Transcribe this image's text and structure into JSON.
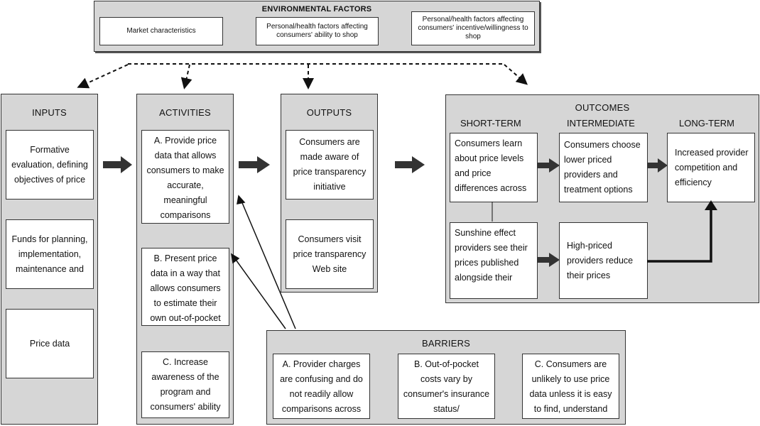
{
  "environmental_factors": {
    "title": "ENVIRONMENTAL FACTORS",
    "items": [
      "Market characteristics",
      "Personal/health factors affecting consumers' ability to shop",
      "Personal/health factors affecting consumers' incentive/willingness to shop"
    ]
  },
  "inputs": {
    "title": "INPUTS",
    "items": [
      "Formative evaluation, defining objectives of price",
      "Funds for planning, implementation, maintenance and",
      "Price data"
    ]
  },
  "activities": {
    "title": "ACTIVITIES",
    "items": [
      "A. Provide price data that allows consumers to make accurate, meaningful comparisons across providers",
      "B. Present price data in a way that allows consumers to estimate their own out-of-pocket",
      "C. Increase awareness of the program and consumers' ability"
    ]
  },
  "outputs": {
    "title": "OUTPUTS",
    "items": [
      "Consumers are made aware of price transparency initiative",
      "Consumers visit price transparency Web site"
    ]
  },
  "outcomes": {
    "title": "OUTCOMES",
    "short_term_label": "SHORT-TERM",
    "intermediate_label": "INTERMEDIATE",
    "long_term_label": "LONG-TERM",
    "short_term": [
      "Consumers learn about price levels and price differences across",
      "Sunshine effect providers see their prices published alongside their"
    ],
    "intermediate": [
      "Consumers choose lower priced providers and treatment options",
      "High-priced providers reduce their prices"
    ],
    "long_term": [
      "Increased provider competition and efficiency"
    ]
  },
  "barriers": {
    "title": "BARRIERS",
    "items": [
      "A. Provider charges are confusing and do not readily allow comparisons across",
      "B. Out-of-pocket costs vary by consumer's insurance status/",
      "C. Consumers are unlikely to use price data unless it is easy to find, understand"
    ]
  }
}
